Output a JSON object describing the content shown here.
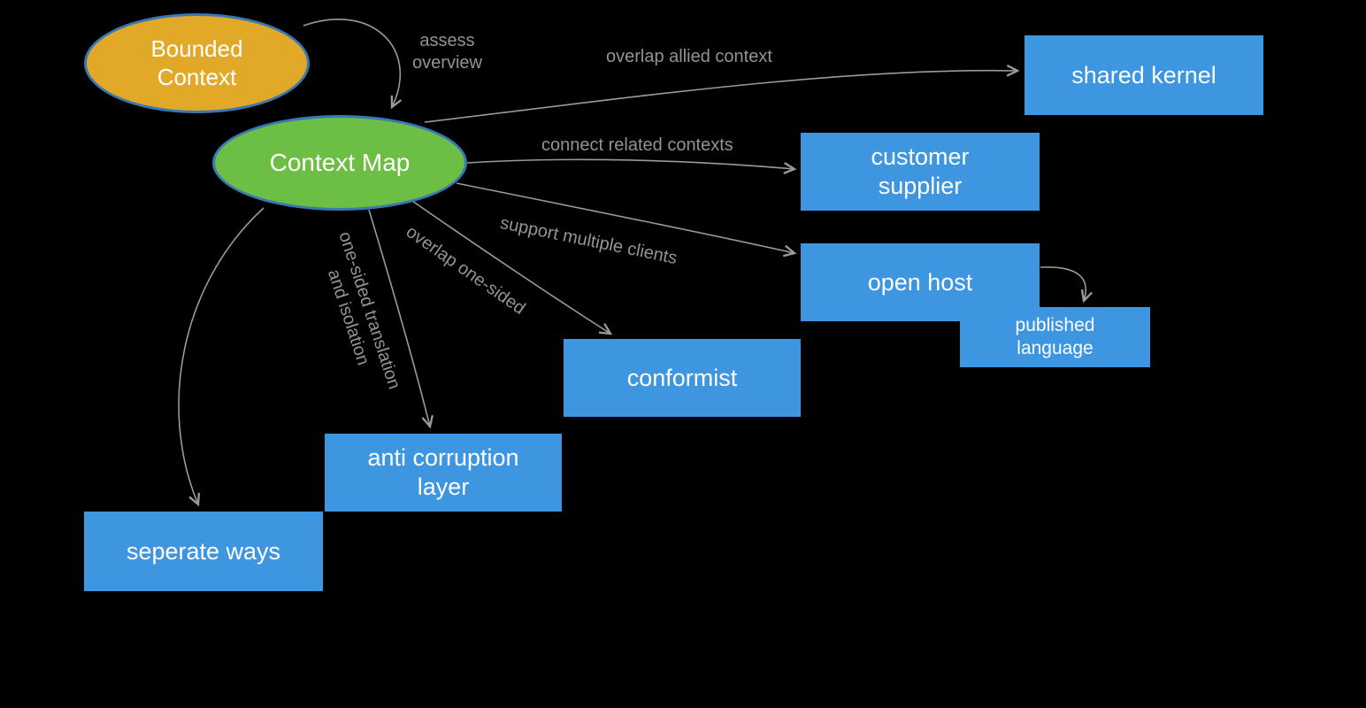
{
  "diagram": {
    "title": "Context Map relationships diagram",
    "nodes": {
      "bounded_context": {
        "label": "Bounded\nContext",
        "shape": "ellipse",
        "color": "#e2a827"
      },
      "context_map": {
        "label": "Context Map",
        "shape": "ellipse",
        "color": "#6cbe45"
      },
      "shared_kernel": {
        "label": "shared kernel",
        "shape": "rect",
        "color": "#3e95e0"
      },
      "customer_supplier": {
        "label": "customer\nsupplier",
        "shape": "rect",
        "color": "#3e95e0"
      },
      "open_host": {
        "label": "open host",
        "shape": "rect",
        "color": "#3e95e0"
      },
      "published_language": {
        "label": "published\nlanguage",
        "shape": "rect",
        "color": "#3e95e0"
      },
      "conformist": {
        "label": "conformist",
        "shape": "rect",
        "color": "#3e95e0"
      },
      "anti_corruption_layer": {
        "label": "anti corruption\nlayer",
        "shape": "rect",
        "color": "#3e95e0"
      },
      "seperate_ways": {
        "label": "seperate ways",
        "shape": "rect",
        "color": "#3e95e0"
      }
    },
    "edges": {
      "assess_overview": {
        "label": "assess\noverview",
        "from": "bounded_context",
        "to": "context_map"
      },
      "overlap_allied_context": {
        "label": "overlap allied context",
        "from": "context_map",
        "to": "shared_kernel"
      },
      "connect_related_contexts": {
        "label": "connect related contexts",
        "from": "context_map",
        "to": "customer_supplier"
      },
      "support_multiple_clients": {
        "label": "support multiple clients",
        "from": "context_map",
        "to": "open_host"
      },
      "overlap_one_sided": {
        "label": "overlap one-sided",
        "from": "context_map",
        "to": "conformist"
      },
      "one_sided_translation": {
        "label": "one-sided translation\nand isolation",
        "from": "context_map",
        "to": "anti_corruption_layer"
      },
      "to_seperate_ways": {
        "label": "",
        "from": "context_map",
        "to": "seperate_ways"
      },
      "open_host_to_published_language": {
        "label": "",
        "from": "open_host",
        "to": "published_language"
      }
    },
    "colors": {
      "node_blue": "#3e95e0",
      "ellipse_gold": "#e2a827",
      "ellipse_green": "#6cbe45",
      "ellipse_border": "#3878b4",
      "edge_gray": "#939393",
      "background": "#000000"
    }
  }
}
